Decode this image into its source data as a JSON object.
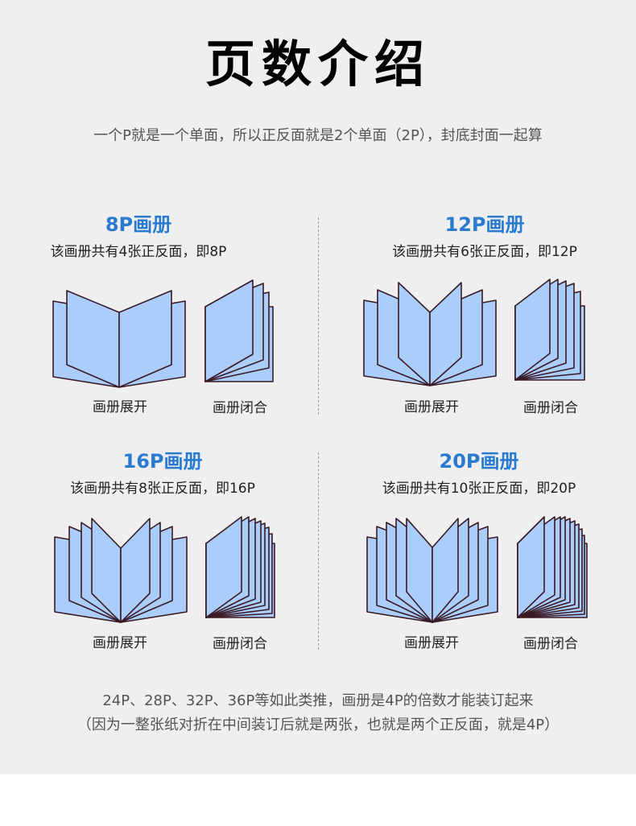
{
  "header": {
    "title": "页数介绍",
    "subtitle": "一个P就是一个单面，所以正反面就是2个单面（2P），封底封面一起算"
  },
  "colors": {
    "background": "#efefef",
    "accent": "#2a7bd0",
    "page_fill": "#abcdfa",
    "page_stroke": "#3a1a24"
  },
  "sections": [
    {
      "title": "8P画册",
      "description": "该画册共有4张正反面，即8P",
      "open_label": "画册展开",
      "closed_label": "画册闭合",
      "sheets": 4,
      "open_pages": [
        [
          66,
          374,
          468
        ],
        [
          83,
          361,
          453
        ]
      ],
      "open_spine": [
        148,
        388,
        481
      ],
      "closed_spine": [
        255,
        381,
        474
      ],
      "closed_pages": [
        [
          339,
          381,
          474
        ],
        [
          334,
          363,
          457
        ],
        [
          327,
          352,
          447
        ],
        [
          314,
          348,
          440
        ]
      ]
    },
    {
      "title": "12P画册",
      "description": "该画册共有6张正反面，即12P",
      "open_label": "画册展开",
      "closed_label": "画册闭合",
      "sheets": 6,
      "open_pages": [
        [
          452,
          373,
          467
        ],
        [
          469,
          360,
          453
        ],
        [
          495,
          351,
          444
        ]
      ],
      "open_spine": [
        534,
        388,
        479
      ],
      "closed_spine": [
        640,
        380,
        472
      ],
      "closed_pages": [
        [
          726,
          380,
          472
        ],
        [
          721,
          362,
          464
        ],
        [
          713,
          352,
          457
        ],
        [
          703,
          349,
          451
        ],
        [
          693,
          347,
          445
        ],
        [
          683,
          347,
          439
        ]
      ]
    },
    {
      "title": "16P画册",
      "description": "该画册共有8张正反面，即16P",
      "open_label": "画册展开",
      "closed_label": "画册闭合",
      "sheets": 8,
      "open_pages": [
        [
          68,
          667,
          760
        ],
        [
          86,
          654,
          746
        ],
        [
          101,
          649,
          742
        ],
        [
          114,
          644,
          737
        ]
      ],
      "open_spine": [
        150,
        681,
        773
      ],
      "closed_spine": [
        256,
        675,
        767
      ],
      "closed_pages": [
        [
          341,
          675,
          767
        ],
        [
          338,
          663,
          762
        ],
        [
          334,
          655,
          757
        ],
        [
          329,
          650,
          752
        ],
        [
          324,
          647,
          748
        ],
        [
          317,
          644,
          744
        ],
        [
          309,
          642,
          740
        ],
        [
          300,
          642,
          735
        ]
      ]
    },
    {
      "title": "20P画册",
      "description": "该画册共有10张正反面，即20P",
      "open_label": "画册展开",
      "closed_label": "画册闭合",
      "sheets": 10,
      "open_pages": [
        [
          456,
          667,
          760
        ],
        [
          468,
          654,
          752
        ],
        [
          480,
          649,
          745
        ],
        [
          492,
          644,
          740
        ],
        [
          505,
          644,
          735
        ]
      ],
      "open_spine": [
        537,
        680,
        773
      ],
      "closed_spine": [
        643,
        675,
        767
      ],
      "closed_pages": [
        [
          729,
          675,
          767
        ],
        [
          726,
          665,
          763
        ],
        [
          723,
          657,
          759
        ],
        [
          719,
          651,
          755
        ],
        [
          714,
          647,
          751
        ],
        [
          708,
          644,
          748
        ],
        [
          702,
          642,
          745
        ],
        [
          696,
          642,
          742
        ],
        [
          689,
          642,
          739
        ],
        [
          676,
          642,
          735
        ]
      ]
    }
  ],
  "footer": {
    "line1": "24P、28P、32P、36P等如此类推，画册是4P的倍数才能装订起来",
    "line2": "（因为一整张纸对折在中间装订后就是两张，也就是两个正反面，就是4P）"
  }
}
